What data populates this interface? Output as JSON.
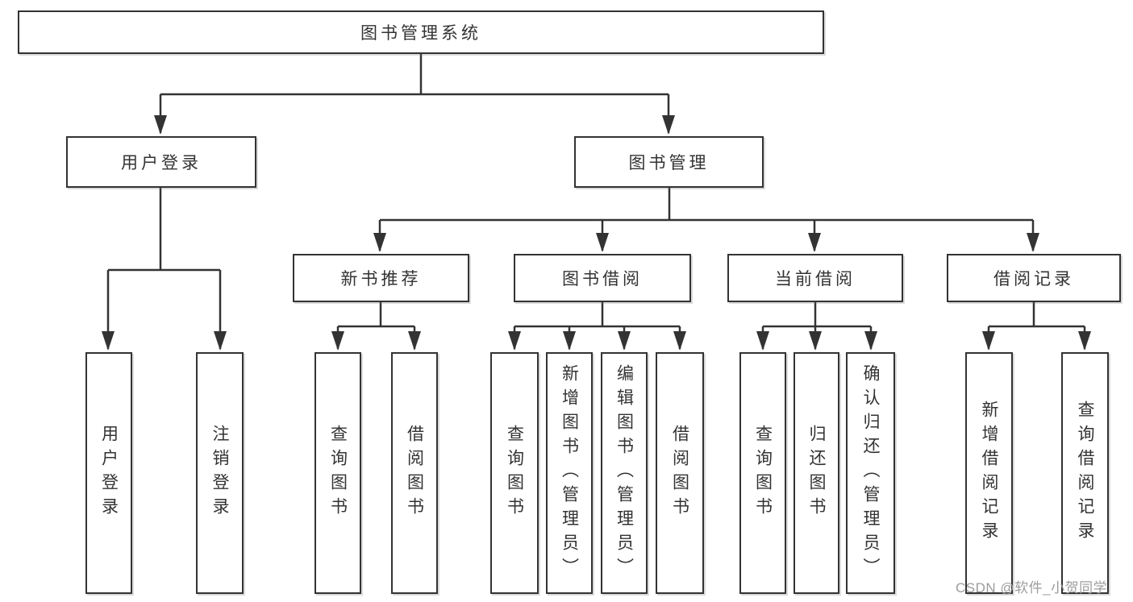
{
  "diagram": {
    "root": "图书管理系统",
    "level2": [
      "用户登录",
      "图书管理"
    ],
    "level3": [
      "新书推荐",
      "图书借阅",
      "当前借阅",
      "借阅记录"
    ],
    "leaves": [
      "用户登录",
      "注销登录",
      "查询图书",
      "借阅图书",
      "查询图书",
      "新增图书（管理员）",
      "编辑图书（管理员）",
      "借阅图书",
      "查询图书",
      "归还图书",
      "确认归还（管理员）",
      "新增借阅记录",
      "查询借阅记录"
    ],
    "watermark": "CSDN @软件_小贺同学",
    "colors": {
      "line": "#333333",
      "text": "#333333",
      "watermark": "#9c9c9c",
      "background": "#ffffff"
    }
  }
}
